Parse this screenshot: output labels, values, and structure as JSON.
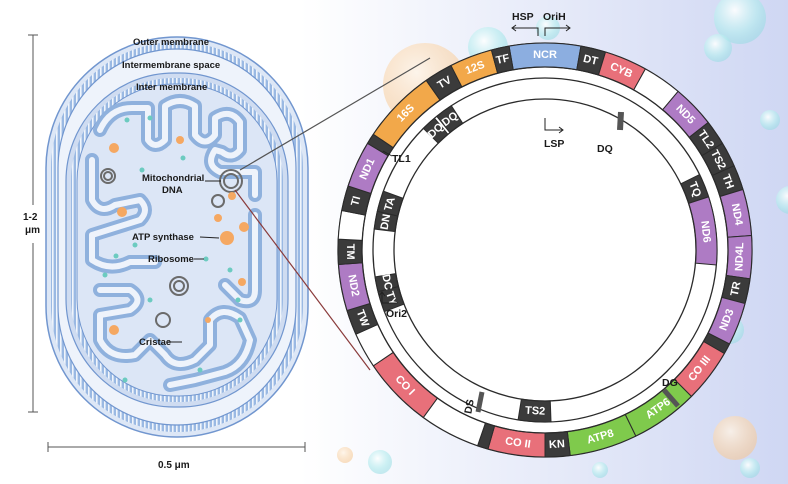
{
  "colors": {
    "membrane": "#8fb1dd",
    "membrane_dark": "#6a8fc8",
    "matrix": "#dfe8f7",
    "background_right": "#e3e7f8",
    "rrna": "#f2a84a",
    "trna": "#3b3b3b",
    "complex_I": "#ae7bc4",
    "cytb": "#e8707a",
    "cox": "#e8707a",
    "atp": "#7fca4c",
    "ncr": "#8caee0"
  },
  "labels": {
    "outer_membrane": "Outer membrane",
    "intermembrane_space": "Intermembrane space",
    "inter_membrane": "Inter membrane",
    "mito_dna_1": "Mitochondrial",
    "mito_dna_2": "DNA",
    "atp_synthase": "ATP synthase",
    "ribosome": "Ribosome",
    "cristae": "Cristae",
    "height_1": "1-2",
    "height_2": "μm",
    "width": "0.5 μm"
  },
  "mtdna": {
    "outer_ring": [
      {
        "label": "NCR",
        "type": "ncr"
      },
      {
        "label": "DT",
        "type": "trna"
      },
      {
        "label": "CYB",
        "type": "cytb"
      },
      {
        "label": "",
        "type": "gap"
      },
      {
        "label": "ND5",
        "type": "complex_I"
      },
      {
        "label": "TL2",
        "type": "trna"
      },
      {
        "label": "TS2",
        "type": "trna"
      },
      {
        "label": "TH",
        "type": "trna"
      },
      {
        "label": "ND4",
        "type": "complex_I"
      },
      {
        "label": "ND4L",
        "type": "complex_I"
      },
      {
        "label": "TR",
        "type": "trna"
      },
      {
        "label": "ND3",
        "type": "complex_I"
      },
      {
        "label": "",
        "type": "trna"
      },
      {
        "label": "CO III",
        "type": "cox"
      },
      {
        "label": "ATP6",
        "type": "atp"
      },
      {
        "label": "ATP8",
        "type": "atp"
      },
      {
        "label": "KN",
        "type": "trna"
      },
      {
        "label": "CO II",
        "type": "cox"
      },
      {
        "label": "",
        "type": "trna"
      },
      {
        "label": "",
        "type": "gap"
      },
      {
        "label": "CO I",
        "type": "cox"
      },
      {
        "label": "",
        "type": "gap"
      },
      {
        "label": "TW",
        "type": "trna"
      },
      {
        "label": "ND2",
        "type": "complex_I"
      },
      {
        "label": "TM",
        "type": "trna"
      },
      {
        "label": "",
        "type": "gap"
      },
      {
        "label": "TI",
        "type": "trna"
      },
      {
        "label": "ND1",
        "type": "complex_I"
      },
      {
        "label": "",
        "type": "trna"
      },
      {
        "label": "16S",
        "type": "rrna"
      },
      {
        "label": "TV",
        "type": "trna"
      },
      {
        "label": "12S",
        "type": "rrna"
      },
      {
        "label": "TF",
        "type": "trna"
      }
    ],
    "inner_ring": [
      {
        "label": "DQ",
        "type": "trna"
      },
      {
        "label": "TQ",
        "type": "trna"
      },
      {
        "label": "ND6",
        "type": "complex_I"
      },
      {
        "label": "TS2",
        "type": "trna"
      },
      {
        "label": "TY",
        "type": "trna"
      },
      {
        "label": "DC",
        "type": "trna"
      },
      {
        "label": "DN",
        "type": "trna"
      },
      {
        "label": "TA",
        "type": "trna"
      },
      {
        "label": "DQ",
        "type": "trna"
      }
    ],
    "callouts": {
      "hsp": "HSP",
      "orih": "OriH",
      "lsp": "LSP",
      "tl1": "TL1",
      "ori2": "Ori2",
      "ds": "DS",
      "dg": "DG",
      "dq": "DQ"
    }
  }
}
